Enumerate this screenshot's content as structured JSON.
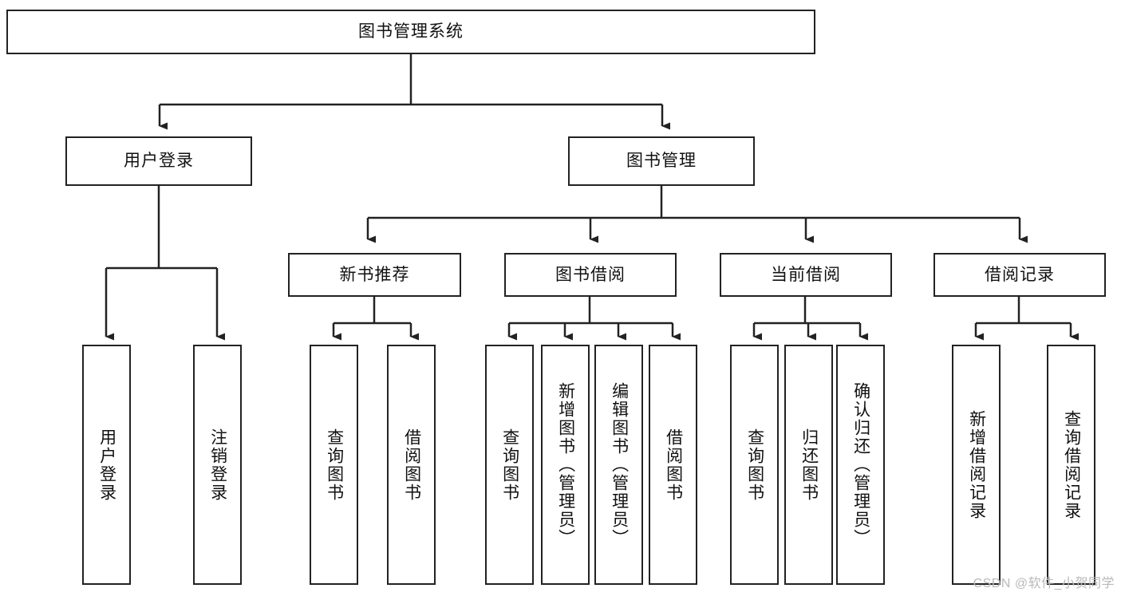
{
  "diagram": {
    "type": "tree",
    "title": "图书管理系统",
    "root": {
      "label": "图书管理系统"
    },
    "level2": [
      {
        "label": "用户登录"
      },
      {
        "label": "图书管理"
      }
    ],
    "level3": [
      {
        "label": "新书推荐"
      },
      {
        "label": "图书借阅"
      },
      {
        "label": "当前借阅"
      },
      {
        "label": "借阅记录"
      }
    ],
    "leaves": {
      "user_login": [
        {
          "label": "用户登录"
        },
        {
          "label": "注销登录"
        }
      ],
      "new_book_recommend": [
        {
          "label": "查询图书"
        },
        {
          "label": "借阅图书"
        }
      ],
      "book_borrow": [
        {
          "label": "查询图书"
        },
        {
          "label": "新增图书（管理员）"
        },
        {
          "label": "编辑图书（管理员）"
        },
        {
          "label": "借阅图书"
        }
      ],
      "current_borrow": [
        {
          "label": "查询图书"
        },
        {
          "label": "归还图书"
        },
        {
          "label": "确认归还（管理员）"
        }
      ],
      "borrow_record": [
        {
          "label": "新增借阅记录"
        },
        {
          "label": "查询借阅记录"
        }
      ]
    }
  },
  "watermark": {
    "text": "CSDN @软件_小贺同学"
  },
  "colors": {
    "stroke": "#222222",
    "box_fill": "#ffffff",
    "text": "#111111",
    "watermark": "#b9b9b9"
  }
}
